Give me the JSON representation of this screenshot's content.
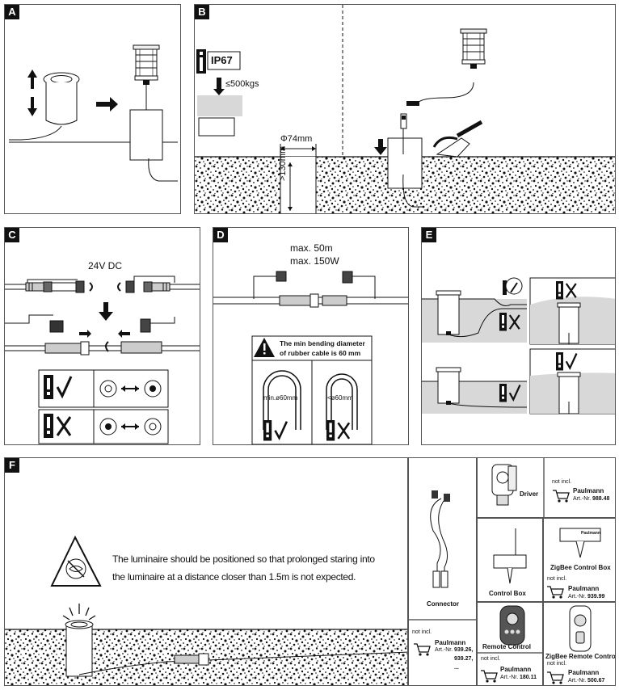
{
  "panels": {
    "a": {
      "label": "A"
    },
    "b": {
      "label": "B",
      "ip": "IP67",
      "load": "≤500kgs",
      "diameter": "Φ74mm",
      "depth": ">130mm"
    },
    "c": {
      "label": "C",
      "voltage": "24V DC"
    },
    "d": {
      "label": "D",
      "max_length": "max. 50m",
      "max_power": "max. 150W",
      "bend_note_line1": "The min bending diameter",
      "bend_note_line2": "of rubber cable is 60 mm",
      "ok_label": "min.ø60mm",
      "bad_label": "<ø60mm"
    },
    "e": {
      "label": "E"
    },
    "f": {
      "label": "F",
      "warning_line1": "The luminaire should be positioned so that prolonged staring into",
      "warning_line2": "the luminaire at a distance closer than 1.5m is not expected."
    }
  },
  "accessories": {
    "connector": {
      "name": "Connector",
      "not_incl": "not incl.",
      "brand": "Paulmann",
      "art_prefix": "Art.-Nr.",
      "art_line1": "939.26,",
      "art_line2": "939.27,",
      "art_line3": "..."
    },
    "driver": {
      "name": "Driver",
      "not_incl": "not incl.",
      "brand": "Paulmann",
      "art_prefix": "Art.-Nr.",
      "art": "988.48"
    },
    "control_box": {
      "name": "Control Box"
    },
    "zigbee_box": {
      "name": "ZigBee Control Box",
      "not_incl": "not incl.",
      "brand": "Paulmann",
      "art_prefix": "Art.-Nr.",
      "art": "939.99",
      "brand_tag": "Paulmann"
    },
    "remote": {
      "name": "Remote Control",
      "not_incl": "not incl.",
      "brand": "Paulmann",
      "art_prefix": "Art.-Nr.",
      "art": "180.11"
    },
    "zigbee_remote": {
      "name": "ZigBee Remote Control",
      "not_incl": "not incl.",
      "brand": "Paulmann",
      "art_prefix": "Art.-Nr.",
      "art": "500.67"
    }
  },
  "colors": {
    "ink": "#111111",
    "gray_fill": "#d8d8d8",
    "panel_border": "#555555"
  }
}
